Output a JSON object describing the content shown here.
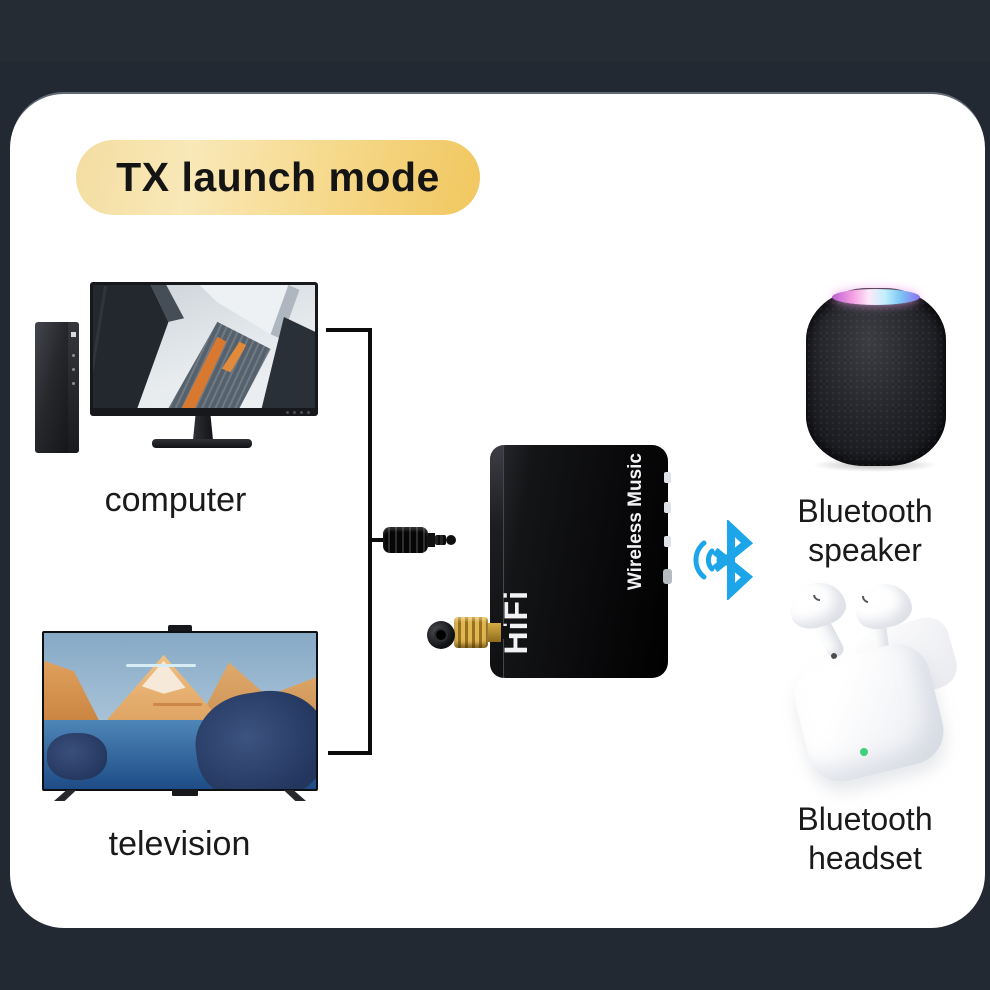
{
  "title": "TX launch mode",
  "computer": {
    "label": "computer"
  },
  "television": {
    "label": "television"
  },
  "transmitter": {
    "brand": "HiFi",
    "side_text": "Wireless Music"
  },
  "speaker": {
    "label": "Bluetooth speaker"
  },
  "headset": {
    "label": "Bluetooth headset"
  },
  "bluetooth": {
    "icon": "bluetooth-signal-icon",
    "color": "#1ca6e9"
  },
  "colors": {
    "background_top": "#262c34",
    "background_panel": "#232932",
    "card": "#ffffff",
    "title_gradient_start": "#f3dda0",
    "title_gradient_end": "#f1c75f",
    "connector_line": "#0c0c0c",
    "label_text": "#1a1a1a",
    "antenna_gold": "#e3b652",
    "led_green": "#3ed17a",
    "homepod_glow": "#f29ae2"
  }
}
